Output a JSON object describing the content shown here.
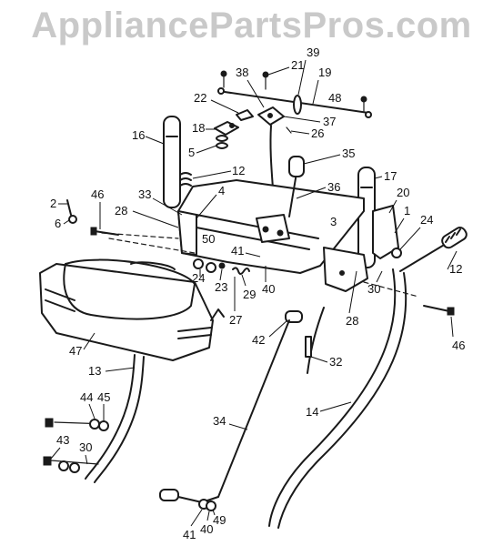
{
  "watermark": "AppliancePartsPros.com",
  "callouts": {
    "c39": "39",
    "c21": "21",
    "c19": "19",
    "c38": "38",
    "c48": "48",
    "c22": "22",
    "c18": "18",
    "c37": "37",
    "c26": "26",
    "c16": "16",
    "c5": "5",
    "c35": "35",
    "c12a": "12",
    "c17": "17",
    "c36": "36",
    "c2": "2",
    "c46a": "46",
    "c33": "33",
    "c4": "4",
    "c20": "20",
    "c1": "1",
    "c24a": "24",
    "c6": "6",
    "c28a": "28",
    "c3": "3",
    "c50": "50",
    "c41a": "41",
    "c12b": "12",
    "c24b": "24",
    "c23": "23",
    "c29": "29",
    "c40a": "40",
    "c30a": "30",
    "c27": "27",
    "c28b": "28",
    "c46b": "46",
    "c42": "42",
    "c47": "47",
    "c32": "32",
    "c13": "13",
    "c14": "14",
    "c44": "44",
    "c45": "45",
    "c34": "34",
    "c43": "43",
    "c30b": "30",
    "c41b": "41",
    "c40b": "40",
    "c49": "49"
  }
}
